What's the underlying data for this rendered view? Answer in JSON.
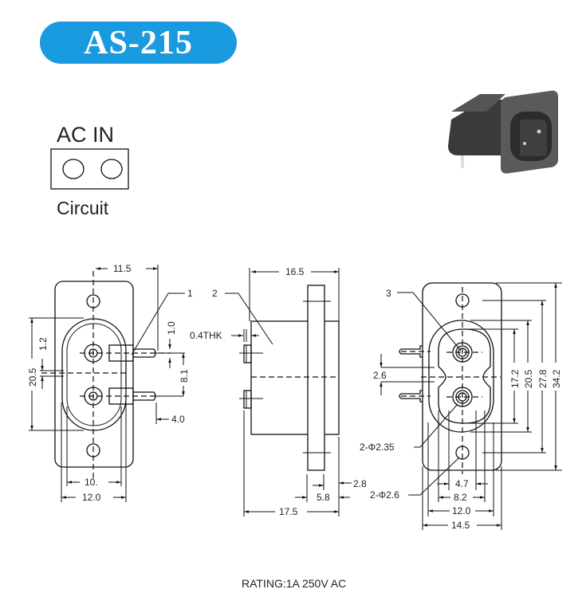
{
  "title": "AS-215",
  "circuit": {
    "top_label": "AC IN",
    "bottom_label": "Circuit"
  },
  "rating": "RATING:1A 250V AC",
  "photo": {
    "icon": "ac-inlet-product-photo"
  },
  "front_view": {
    "callout": "1",
    "dims": {
      "d11_5": "11.5",
      "d1_0": "1.0",
      "d1_2": "1.2",
      "d20_5": "20.5",
      "d8_1": "8.1",
      "d4_0": "4.0",
      "d10": "10.",
      "d12_0": "12.0"
    }
  },
  "side_view": {
    "callout": "2",
    "thickness": "0.4THK",
    "dims": {
      "d16_5": "16.5",
      "d2_8": "2.8",
      "d5_8": "5.8",
      "d17_5": "17.5"
    }
  },
  "rear_view": {
    "callout": "3",
    "dims": {
      "d2_6": "2.6",
      "d17_2": "17.2",
      "d20_5": "20.5",
      "d27_8": "27.8",
      "d34_2": "34.2",
      "phi2_35": "2-Φ2.35",
      "phi2_6": "2-Φ2.6",
      "d4_7": "4.7",
      "d8_2": "8.2",
      "d12_0": "12.0",
      "d14_5": "14.5"
    }
  }
}
